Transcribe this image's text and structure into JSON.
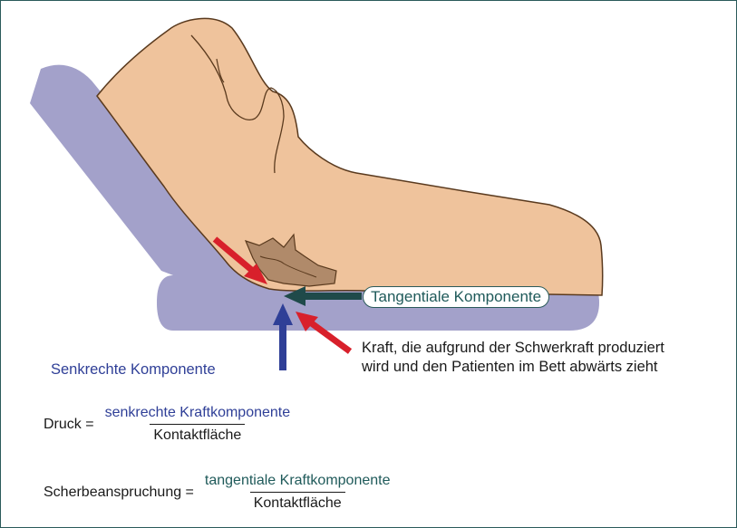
{
  "labels": {
    "tangential": "Tangentiale Komponente",
    "gravity_line1": "Kraft, die aufgrund der Schwerkraft produziert",
    "gravity_line2": "wird und den Patienten im Bett abwärts zieht",
    "vertical": "Senkrechte Komponente"
  },
  "formulas": {
    "pressure": {
      "lhs": "Druck =",
      "numerator": "senkrechte Kraftkomponente",
      "denominator": "Kontaktfläche"
    },
    "shear": {
      "lhs": "Scherbeanspruchung =",
      "numerator": "tangentiale Kraftkomponente",
      "denominator": "Kontaktfläche"
    }
  },
  "colors": {
    "bed": "#a3a1ca",
    "body": "#efc39c",
    "outline": "#5a3a1e",
    "wound": "#b08a6a",
    "arrow_gravity": "#d8202b",
    "arrow_vertical": "#2f3f97",
    "arrow_tangential": "#1f4a4a"
  }
}
